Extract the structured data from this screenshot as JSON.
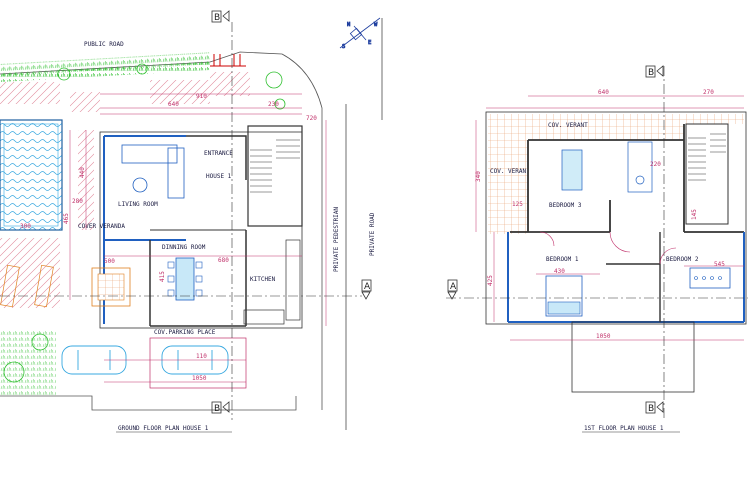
{
  "drawing": {
    "north_arrow_letters": [
      "N",
      "E",
      "S",
      "W"
    ],
    "section_marker": "B",
    "section_marker_a": "A",
    "ground": {
      "public_road": "PUBLIC ROAD",
      "private_pedestrian": "PRIVATE PEDESTRIAN",
      "private_road": "PRIVATE ROAD",
      "entrance": "ENTRANCE",
      "house1": "HOUSE 1",
      "living_room": "LIVING ROOM",
      "dining_room": "DINNING ROOM",
      "kitchen": "KITCHEN",
      "cover_veranda": "COVER VERANDA",
      "cov_parking": "COV.PARKING PLACE",
      "title": "GROUND FLOOR PLAN HOUSE 1",
      "dims": {
        "d640": "640",
        "d230": "230",
        "d910": "910",
        "d720": "720",
        "d300": "300",
        "d465": "465",
        "d440": "440",
        "d280": "280",
        "d500": "500",
        "d415": "415",
        "d680": "680",
        "d110": "110",
        "d1050": "1050"
      }
    },
    "first": {
      "cov_veranda_top": "COV. VERANT",
      "cov_veranda_left": "COV. VERAN",
      "bedroom1": "BEDROOM 1",
      "bedroom2": "BEDROOM 2",
      "bedroom3": "BEDROOM 3",
      "title": "1ST FLOOR PLAN HOUSE 1",
      "dims": {
        "d640": "640",
        "d270": "270",
        "d340": "340",
        "d220": "220",
        "d125": "125",
        "d430": "430",
        "d545": "545",
        "d145": "145",
        "d425": "425",
        "d1050": "1050"
      }
    }
  }
}
